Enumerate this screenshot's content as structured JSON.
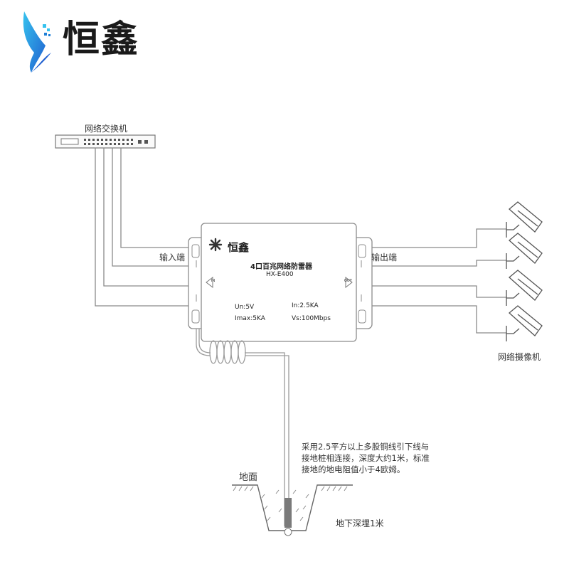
{
  "brand": {
    "name": "恒鑫",
    "logo_icon": "hx-logo-icon"
  },
  "switch": {
    "label": "网络交换机"
  },
  "device": {
    "logo_text": "恒鑫",
    "title": "4口百兆网络防雷器",
    "model": "HX-E400",
    "in_tag": "IN",
    "out_tag": "OUT",
    "specs": {
      "un": "Un:5V",
      "in": "In:2.5KA",
      "imax": "Imax:5KA",
      "vs": "Vs:100Mbps"
    }
  },
  "ports": {
    "input_label": "输入端",
    "output_label": "输出端"
  },
  "cameras": {
    "label": "网络摄像机",
    "count": 4
  },
  "ground": {
    "surface_label": "地面",
    "depth_label": "地下深埋1米",
    "note_lines": [
      "采用2.5平方以上多股铜线引下线与",
      "接地桩相连接，深度大约1米，标准",
      "接地的地电阻值小于4欧姆。"
    ]
  },
  "colors": {
    "line": "#8a8a8a",
    "device_border": "#8c8c8c",
    "logo_blue": "#1f7fd6",
    "logo_cyan": "#36c2ee"
  }
}
